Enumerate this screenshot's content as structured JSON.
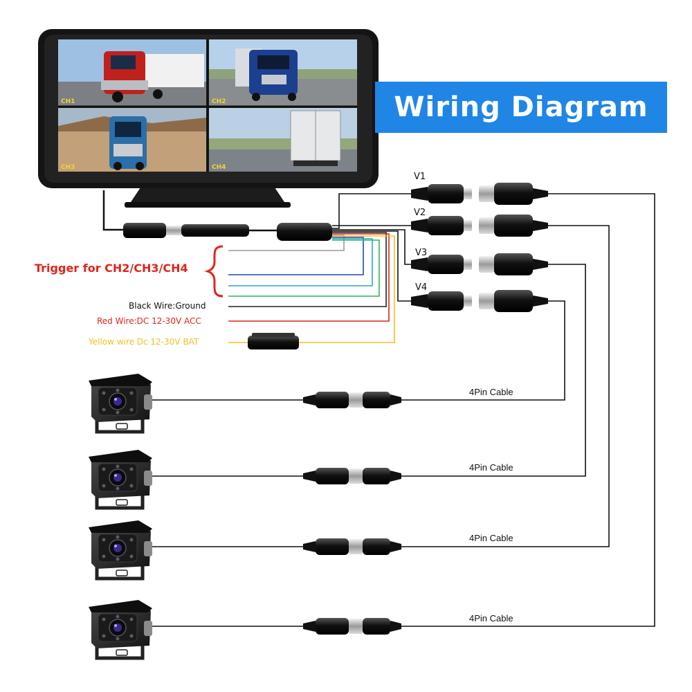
{
  "title": "Wiring Diagram",
  "monitor": {
    "quad_labels": [
      "CH1",
      "CH2",
      "CH3",
      "CH4"
    ],
    "quad_colors": [
      "#7d9fc4",
      "#8db0d6",
      "#b48e6a",
      "#a9bfd7"
    ]
  },
  "trigger_label": "Trigger for CH2/CH3/CH4",
  "power": {
    "black_wire": "Black Wire:Ground",
    "red_wire": "Red Wire:DC 12-30V ACC",
    "yellow_wire": "Yellow wire Dc 12-30V BAT"
  },
  "video_connectors": [
    {
      "label": "V1"
    },
    {
      "label": "V2"
    },
    {
      "label": "V3"
    },
    {
      "label": "V4"
    }
  ],
  "cameras": [
    {
      "cable_label": "4Pin Cable"
    },
    {
      "cable_label": "4Pin Cable"
    },
    {
      "cable_label": "4Pin Cable"
    },
    {
      "cable_label": "4Pin Cable"
    }
  ],
  "colors": {
    "banner": "#1f86e6",
    "wire_gray": "#9a9a9a",
    "wire_blue": "#2545b0",
    "wire_cyan": "#2aa7c9",
    "wire_green": "#2fb45a",
    "wire_black": "#222222",
    "wire_red": "#d8261d",
    "wire_yellow": "#f0c020"
  }
}
